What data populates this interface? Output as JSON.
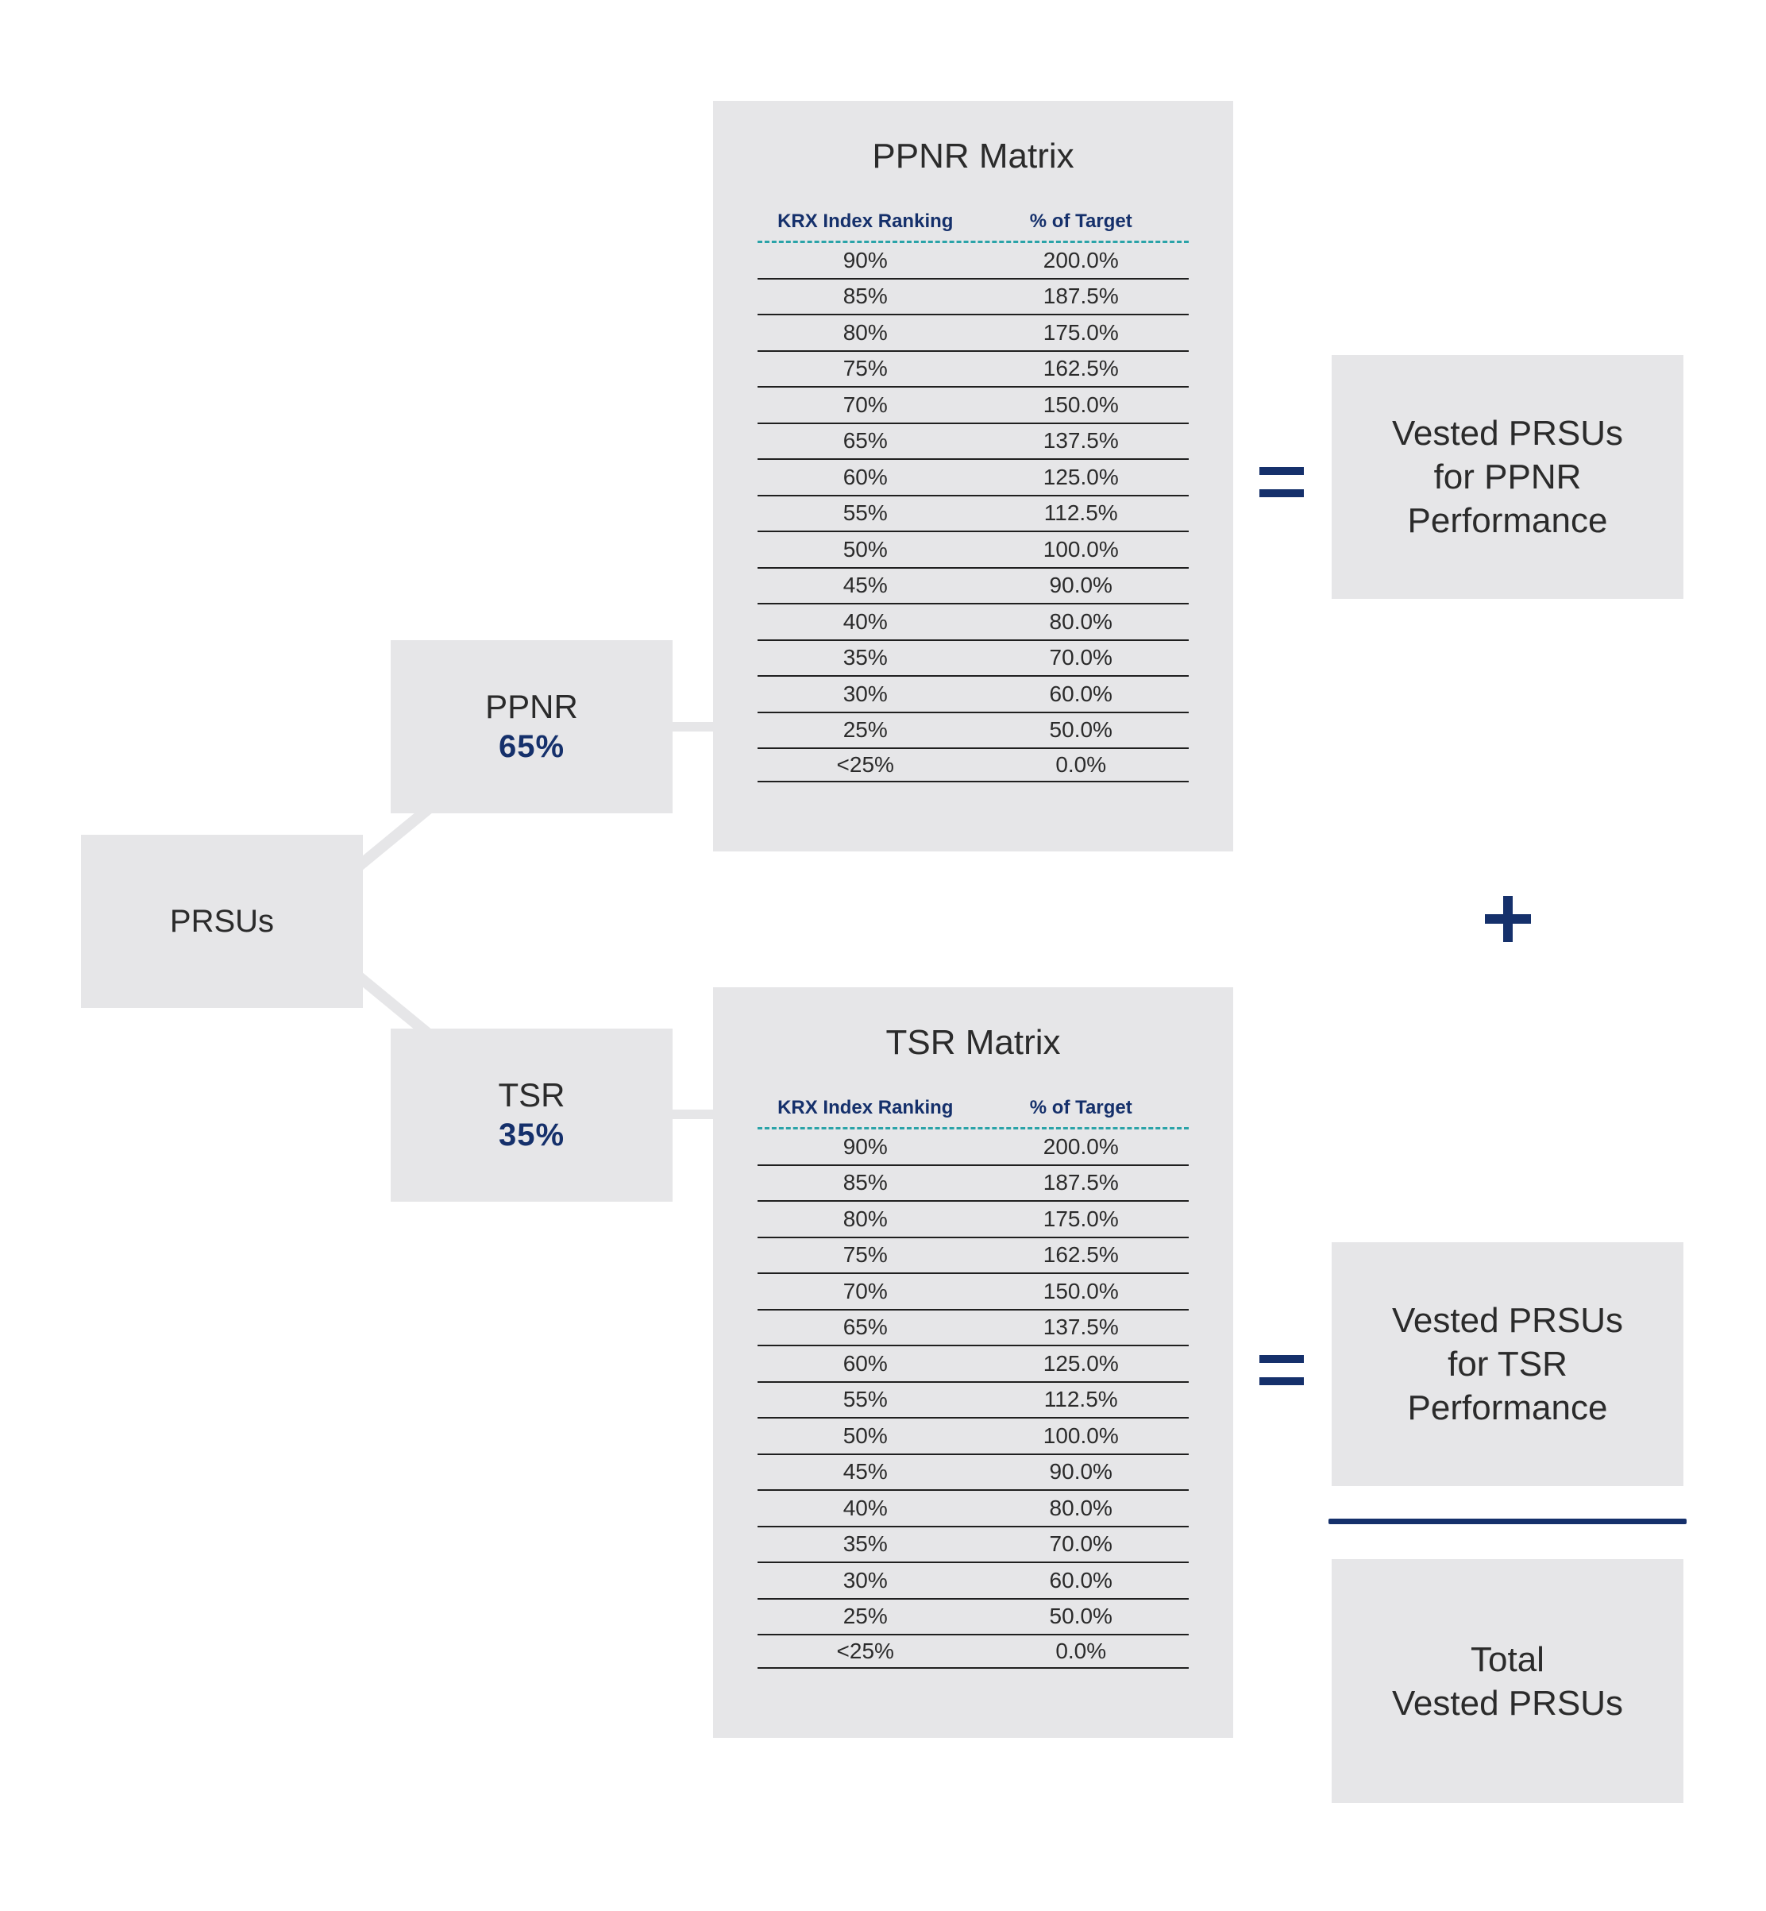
{
  "root": {
    "label": "PRSUs"
  },
  "components": [
    {
      "label": "PPNR",
      "weight": "65%"
    },
    {
      "label": "TSR",
      "weight": "35%"
    }
  ],
  "matrices": [
    {
      "title": "PPNR Matrix",
      "col_a": "KRX Index Ranking",
      "col_b": "% of Target",
      "rows": [
        [
          "90%",
          "200.0%"
        ],
        [
          "85%",
          "187.5%"
        ],
        [
          "80%",
          "175.0%"
        ],
        [
          "75%",
          "162.5%"
        ],
        [
          "70%",
          "150.0%"
        ],
        [
          "65%",
          "137.5%"
        ],
        [
          "60%",
          "125.0%"
        ],
        [
          "55%",
          "112.5%"
        ],
        [
          "50%",
          "100.0%"
        ],
        [
          "45%",
          "90.0%"
        ],
        [
          "40%",
          "80.0%"
        ],
        [
          "35%",
          "70.0%"
        ],
        [
          "30%",
          "60.0%"
        ],
        [
          "25%",
          "50.0%"
        ],
        [
          "<25%",
          "0.0%"
        ]
      ]
    },
    {
      "title": "TSR Matrix",
      "col_a": "KRX Index Ranking",
      "col_b": "% of Target",
      "rows": [
        [
          "90%",
          "200.0%"
        ],
        [
          "85%",
          "187.5%"
        ],
        [
          "80%",
          "175.0%"
        ],
        [
          "75%",
          "162.5%"
        ],
        [
          "70%",
          "150.0%"
        ],
        [
          "65%",
          "137.5%"
        ],
        [
          "60%",
          "125.0%"
        ],
        [
          "55%",
          "112.5%"
        ],
        [
          "50%",
          "100.0%"
        ],
        [
          "45%",
          "90.0%"
        ],
        [
          "40%",
          "80.0%"
        ],
        [
          "35%",
          "70.0%"
        ],
        [
          "30%",
          "60.0%"
        ],
        [
          "25%",
          "50.0%"
        ],
        [
          "<25%",
          "0.0%"
        ]
      ]
    }
  ],
  "results": [
    {
      "lines": [
        "Vested PRSUs",
        "for PPNR",
        "Performance"
      ]
    },
    {
      "lines": [
        "Vested PRSUs",
        "for TSR",
        "Performance"
      ]
    }
  ],
  "total": {
    "lines": [
      "Total",
      "Vested PRSUs"
    ]
  },
  "colors": {
    "box": "#e6e6e8",
    "accent": "#15306b",
    "dash": "#2aa3a8",
    "connector": "#e6e6e8"
  }
}
